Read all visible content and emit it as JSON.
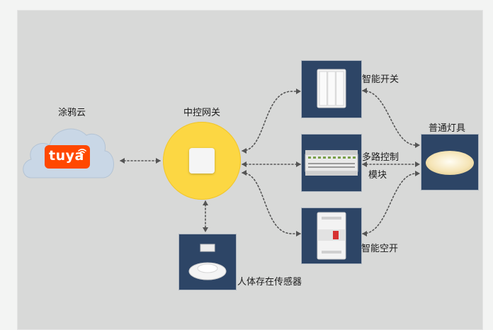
{
  "cloud": {
    "label": "涂鸦云",
    "logo_text": "tuya",
    "logo_color": "#ff4800"
  },
  "gateway": {
    "label": "中控网关",
    "color": "#fcd743"
  },
  "devices": {
    "smart_switch": {
      "label": "智能开关"
    },
    "multi_channel_module": {
      "label_line1": "多路控制",
      "label_line2": "模块"
    },
    "smart_breaker": {
      "label": "智能空开"
    },
    "presence_sensor": {
      "label": "人体存在传感器"
    },
    "light": {
      "label": "普通灯具"
    }
  },
  "colors": {
    "background": "#d8d9d8",
    "tile": "#2d4566",
    "connector": "#555555"
  }
}
